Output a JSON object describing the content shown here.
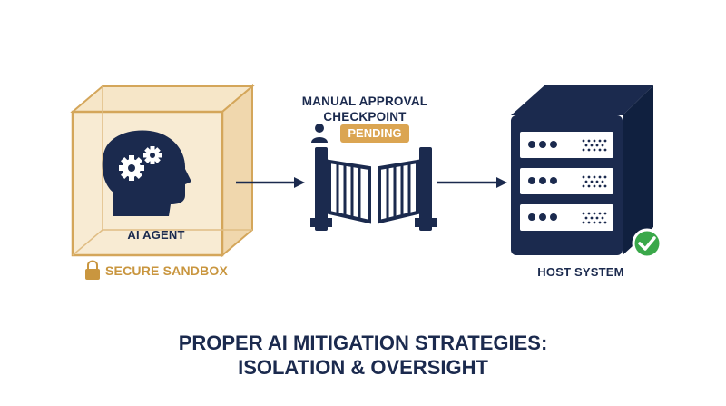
{
  "sandbox": {
    "label": "SECURE SANDBOX",
    "agent_label": "AI AGENT"
  },
  "checkpoint": {
    "title_line1": "MANUAL APPROVAL",
    "title_line2": "CHECKPOINT",
    "status": "PENDING"
  },
  "host": {
    "label": "HOST SYSTEM"
  },
  "title": {
    "line1": "PROPER AI MITIGATION STRATEGIES:",
    "line2": "ISOLATION & OVERSIGHT"
  },
  "colors": {
    "navy": "#1b2a4e",
    "gold": "#c9963f",
    "green": "#3aa84a"
  },
  "icons": [
    "lock-icon",
    "head-gears-icon",
    "user-icon",
    "gate-icon",
    "server-icon",
    "check-icon",
    "arrow-icon"
  ]
}
